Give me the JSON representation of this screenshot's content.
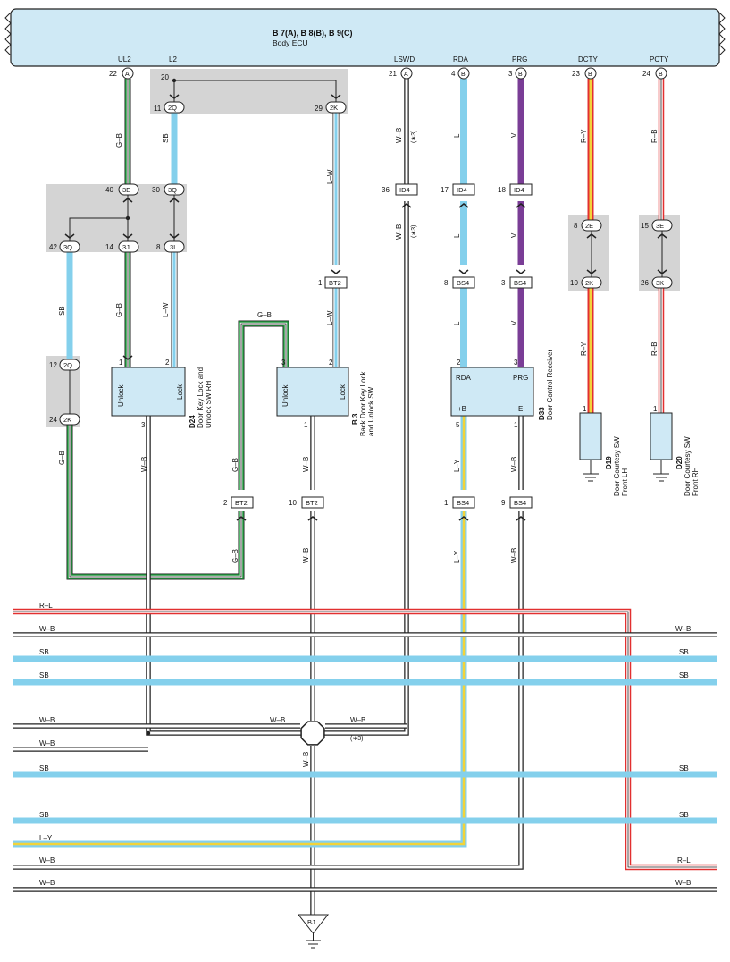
{
  "colors": {
    "blue": "#84d0ec",
    "light_blue": "#cfe9f5",
    "gray_box": "#d4d4d4",
    "green": "#1f9a3c",
    "red": "#e23030",
    "yellow": "#f2d33a",
    "violet": "#7a3d96",
    "wire_white": "#ffffff",
    "outline": "#222222"
  },
  "ecu": {
    "title": "B 7(A), B 8(B), B 9(C)",
    "subtitle": "Body ECU",
    "terminals": [
      {
        "label": "UL2",
        "pin": "22",
        "conn": "A"
      },
      {
        "label": "L2",
        "pin": "20",
        "conn": ""
      },
      {
        "label": "LSWD",
        "pin": "21",
        "conn": "A"
      },
      {
        "label": "RDA",
        "pin": "4",
        "conn": "B"
      },
      {
        "label": "PRG",
        "pin": "3",
        "conn": "B"
      },
      {
        "label": "DCTY",
        "pin": "23",
        "conn": "B"
      },
      {
        "label": "PCTY",
        "pin": "24",
        "conn": "B"
      }
    ]
  },
  "junctions": {
    "j_11_2q": {
      "pin": "11",
      "conn": "2Q"
    },
    "j_29_2k": {
      "pin": "29",
      "conn": "2K"
    },
    "j_40_3e": {
      "pin": "40",
      "conn": "3E"
    },
    "j_30_3q": {
      "pin": "30",
      "conn": "3Q"
    },
    "j_42_3q": {
      "pin": "42",
      "conn": "3Q"
    },
    "j_14_3j": {
      "pin": "14",
      "conn": "3J"
    },
    "j_8_3i": {
      "pin": "8",
      "conn": "3I"
    },
    "j_12_2q": {
      "pin": "12",
      "conn": "2Q"
    },
    "j_24_2k": {
      "pin": "24",
      "conn": "2K"
    },
    "j_8_2e": {
      "pin": "8",
      "conn": "2E"
    },
    "j_10_2k": {
      "pin": "10",
      "conn": "2K"
    },
    "j_15_3e": {
      "pin": "15",
      "conn": "3E"
    },
    "j_26_3k": {
      "pin": "26",
      "conn": "3K"
    }
  },
  "connectors": {
    "c_36_id4": {
      "pin": "36",
      "label": "ID4"
    },
    "c_17_id4": {
      "pin": "17",
      "label": "ID4"
    },
    "c_18_id4": {
      "pin": "18",
      "label": "ID4"
    },
    "c_1_bt2": {
      "pin": "1",
      "label": "BT2"
    },
    "c_8_bs4": {
      "pin": "8",
      "label": "BS4"
    },
    "c_3_bs4": {
      "pin": "3",
      "label": "BS4"
    },
    "c_2_bt2": {
      "pin": "2",
      "label": "BT2"
    },
    "c_10_bt2": {
      "pin": "10",
      "label": "BT2"
    },
    "c_1_bs4": {
      "pin": "1",
      "label": "BS4"
    },
    "c_9_bs4": {
      "pin": "9",
      "label": "BS4"
    }
  },
  "wire_labels": {
    "gb": "G–B",
    "sb": "SB",
    "lw": "L–W",
    "wb": "W–B",
    "l": "L",
    "v": "V",
    "ry": "R–Y",
    "rb": "R–B",
    "ly": "L–Y",
    "rl": "R–L",
    "note3": "(∗3)"
  },
  "components": {
    "d24": {
      "code": "D24",
      "name1": "Door Key Lock and",
      "name2": "Unlock SW RH",
      "unlock": "Unlock",
      "lock": "Lock",
      "pin_unlock": "1",
      "pin_lock": "2",
      "pin_gnd": "3"
    },
    "b3": {
      "code": "B 3",
      "name1": "Back Door Key Lock",
      "name2": "and Unlock SW",
      "unlock": "Unlock",
      "lock": "Lock",
      "pin_unlock": "3",
      "pin_lock": "2",
      "pin_gnd": "1"
    },
    "d33": {
      "code": "D33",
      "name": "Door Control Receiver",
      "rda": "RDA",
      "prg": "PRG",
      "b": "+B",
      "e": "E",
      "pin_rda": "2",
      "pin_prg": "3",
      "pin_b": "5",
      "pin_e": "1"
    },
    "d19": {
      "code": "D19",
      "name1": "Door Courtesy SW",
      "name2": "Front LH",
      "pin": "1"
    },
    "d20": {
      "code": "D20",
      "name1": "Door Courtesy SW",
      "name2": "Front RH",
      "pin": "1"
    }
  },
  "ground": {
    "label": "BJ"
  }
}
